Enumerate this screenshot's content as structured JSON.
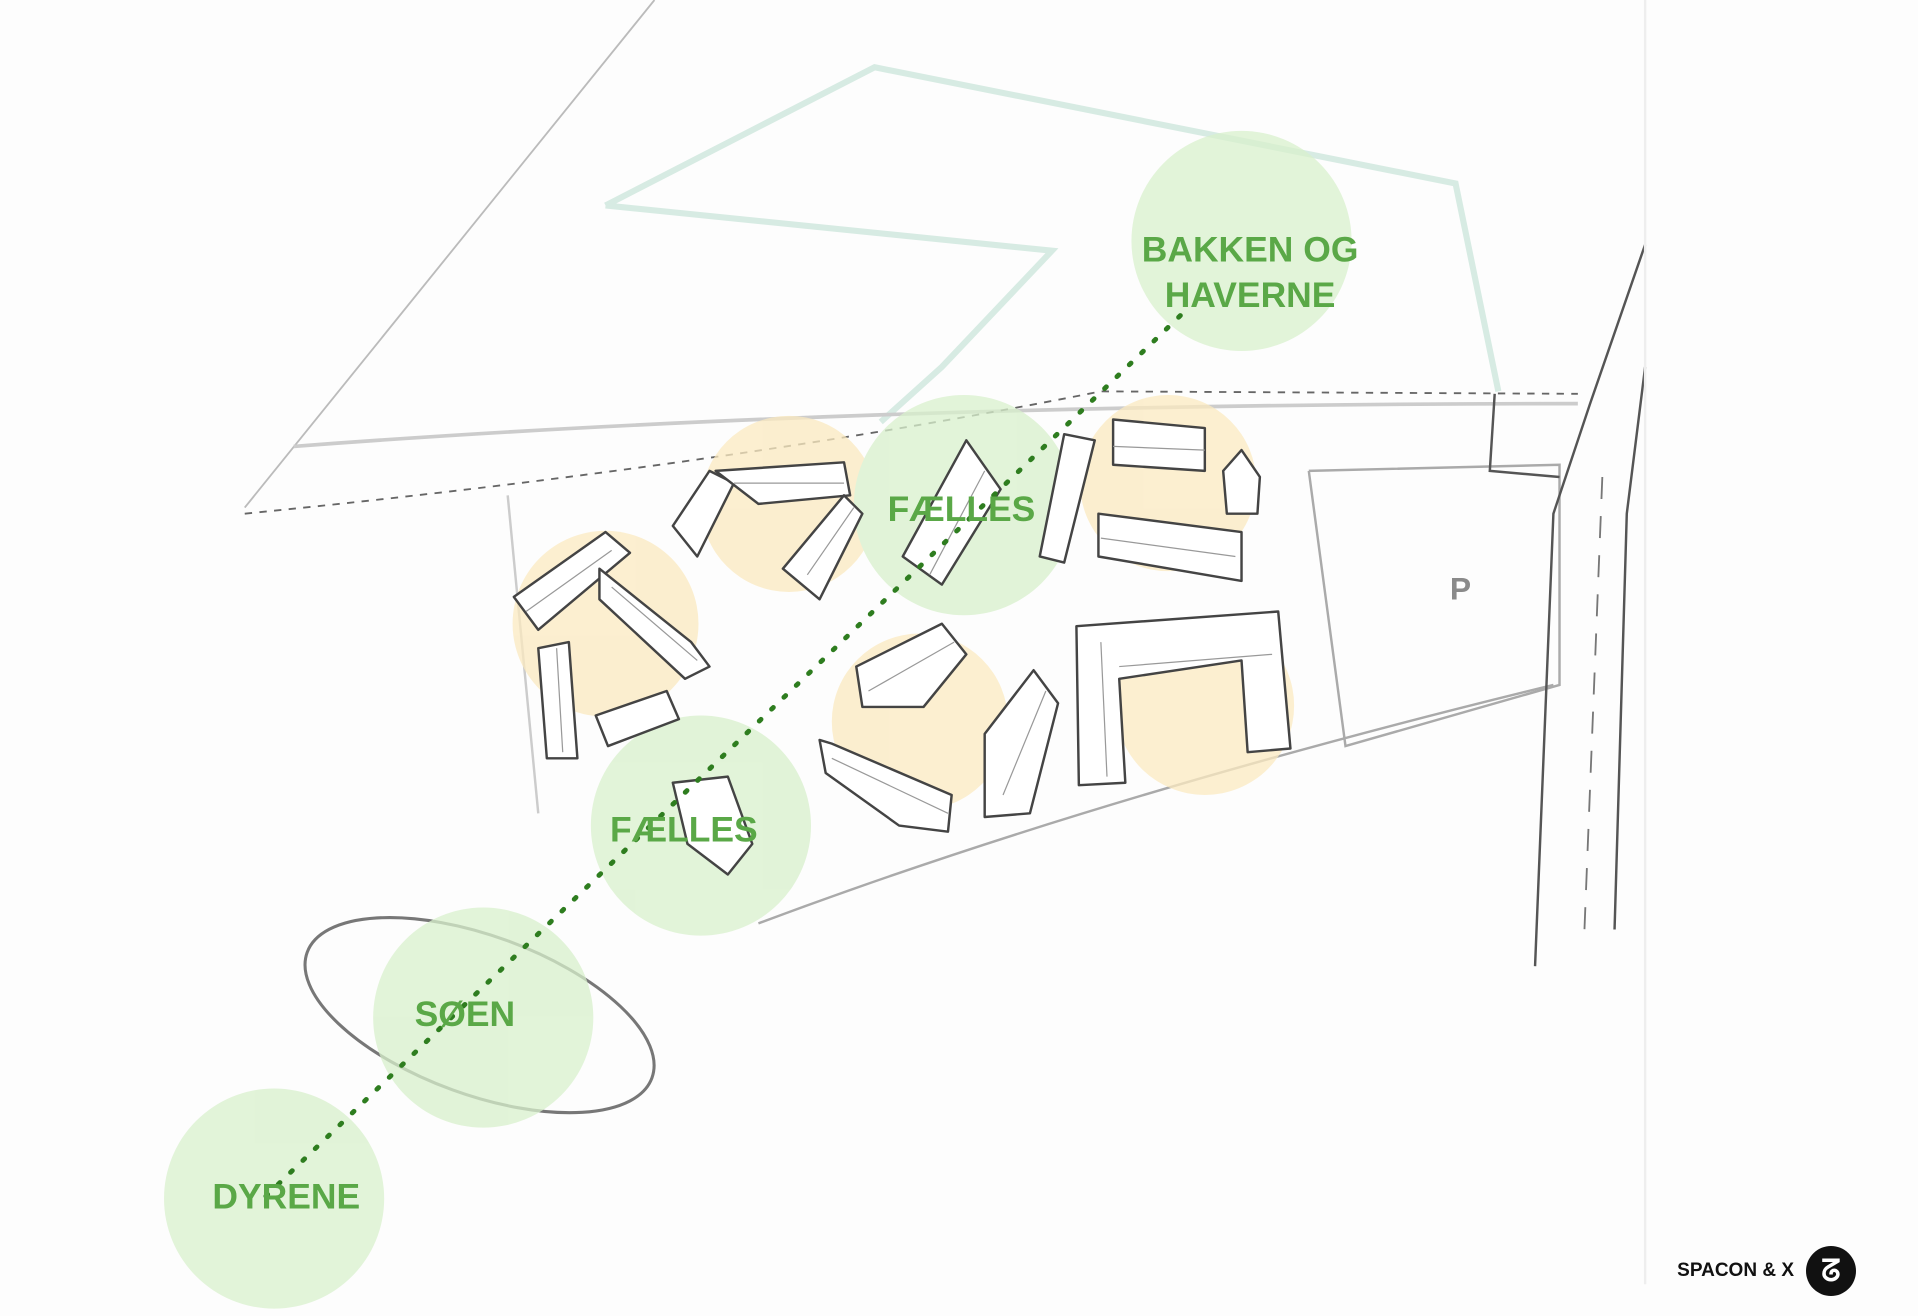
{
  "zones": {
    "bakken": {
      "lines": [
        "BAKKEN OG",
        "HAVERNE"
      ]
    },
    "faelles_upper": {
      "label": "FÆLLES"
    },
    "faelles_lower": {
      "label": "FÆLLES"
    },
    "soen": {
      "label": "SØEN"
    },
    "dyrene": {
      "label": "DYRENE"
    }
  },
  "parking": {
    "label": "P"
  },
  "brand": {
    "name": "SPACON & X",
    "logo_text": "SPACON & X logo"
  },
  "colors": {
    "green_zone": "#dff3d6",
    "yellow_zone": "#fcefc9",
    "label_green": "#5aa847",
    "path_green": "#2e7d1f"
  }
}
